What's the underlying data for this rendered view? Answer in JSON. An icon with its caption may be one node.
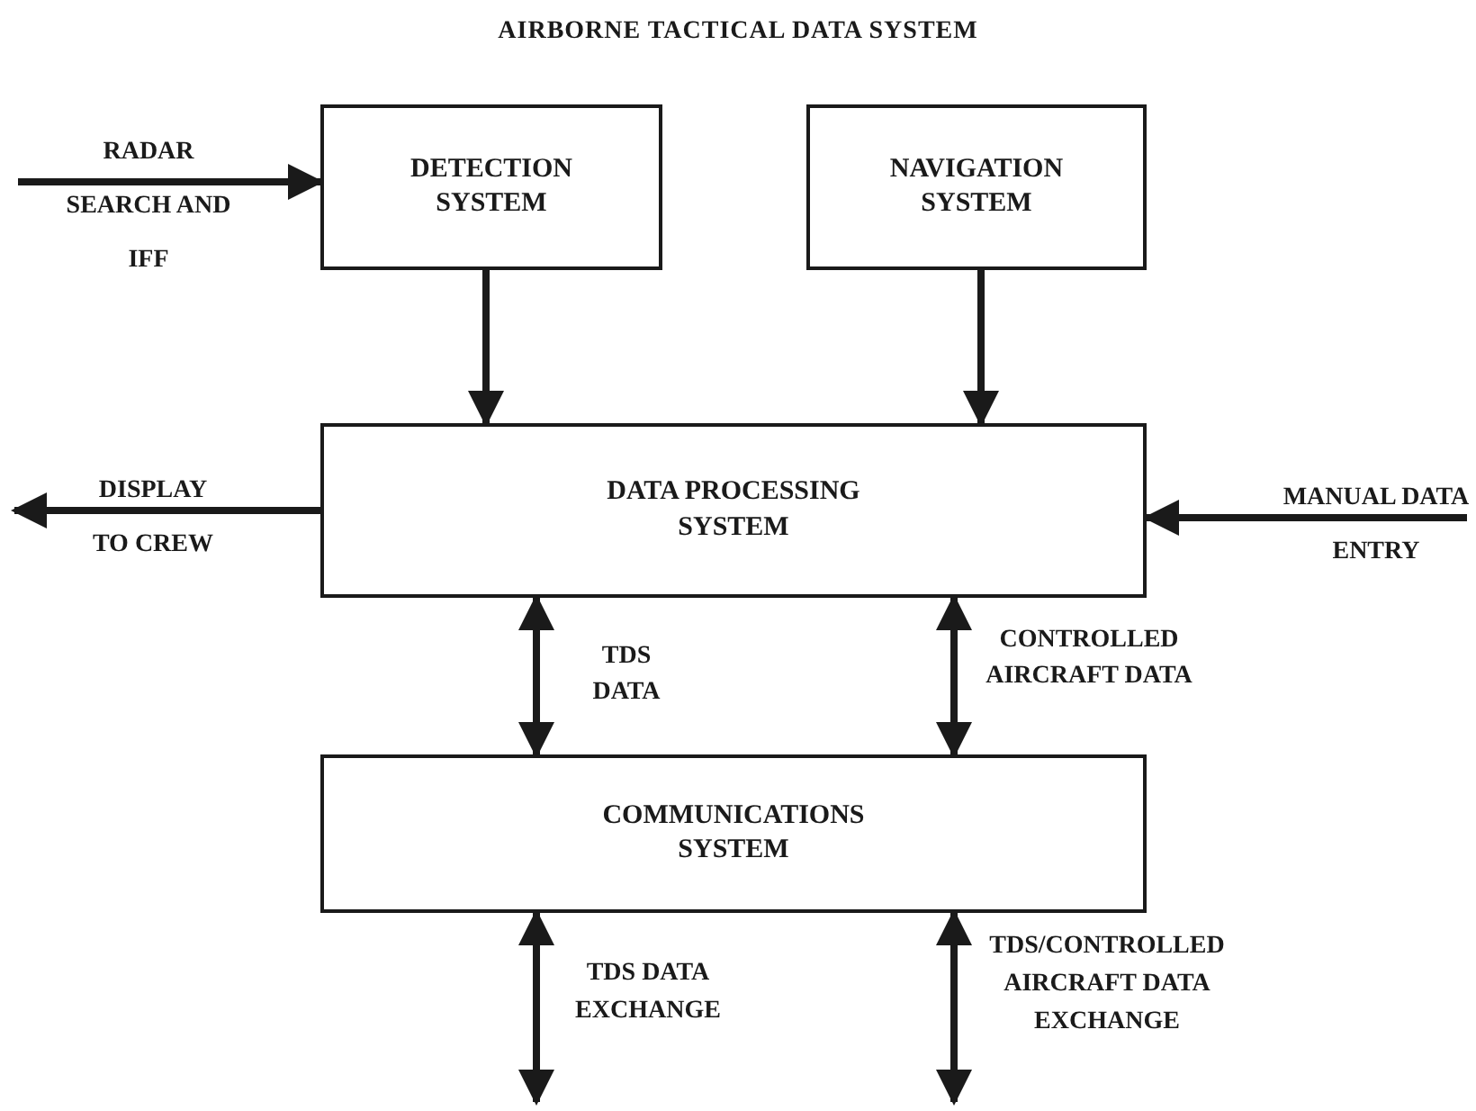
{
  "diagram": {
    "title": "AIRBORNE TACTICAL DATA SYSTEM",
    "nodes": [
      {
        "text": [
          "DETECTION SYSTEM"
        ]
      },
      {
        "text": [
          "NAVIGATION SYSTEM"
        ]
      },
      {
        "text": [
          "DATA PROCESSING SYSTEM"
        ]
      },
      {
        "text": [
          "COMMUNICATIONS SYSTEM"
        ]
      }
    ],
    "edges": [
      {
        "from": null,
        "to": 0,
        "arrow": "to",
        "label": "RADAR SEARCH AND IFF"
      },
      {
        "from": 0,
        "to": 2,
        "arrow": "to"
      },
      {
        "from": 1,
        "to": 2,
        "arrow": "to"
      },
      {
        "from": 2,
        "to": null,
        "arrow": "to",
        "label": "DISPLAY TO CREW"
      },
      {
        "from": null,
        "to": 2,
        "arrow": "to",
        "label": "MANUAL DATA ENTRY"
      },
      {
        "from": 2,
        "to": 3,
        "arrow": "both",
        "label": "TDS DATA"
      },
      {
        "from": 2,
        "to": 3,
        "arrow": "both",
        "label": "CONTROLLED AIRCRAFT DATA"
      },
      {
        "from": 3,
        "to": null,
        "arrow": "both",
        "label": "TDS DATA EXCHANGE"
      },
      {
        "from": 3,
        "to": null,
        "arrow": "both",
        "label": "TDS/CONTROLLED AIRCRAFT DATA EXCHANGE"
      }
    ]
  }
}
